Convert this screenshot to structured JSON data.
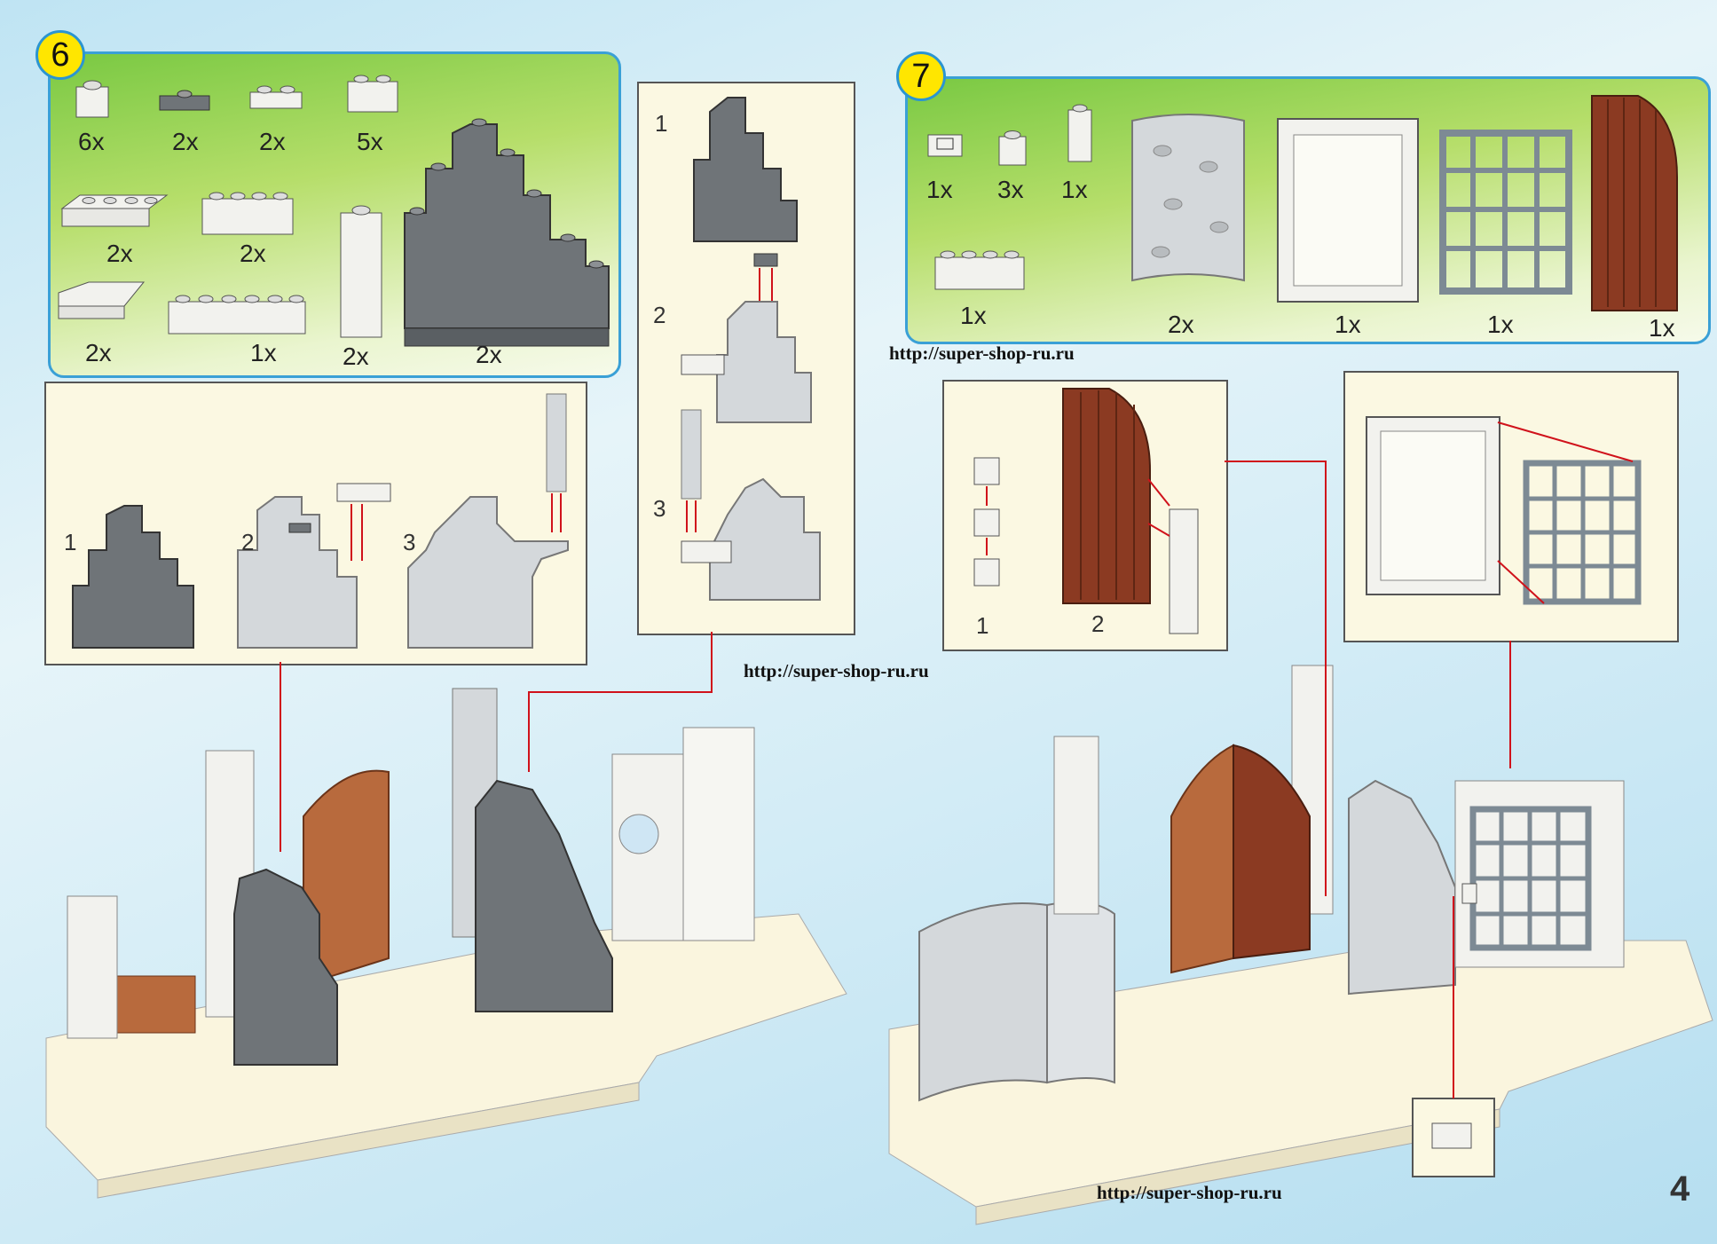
{
  "step6": {
    "number": "6",
    "quantities": [
      "6x",
      "2x",
      "2x",
      "5x",
      "2x",
      "2x",
      "2x",
      "1x",
      "2x",
      "2x"
    ]
  },
  "step6_inset": {
    "labels": [
      "1",
      "2",
      "3"
    ]
  },
  "step6_side": {
    "labels": [
      "1",
      "2",
      "3"
    ]
  },
  "step7": {
    "number": "7",
    "quantities": [
      "1x",
      "3x",
      "1x",
      "1x",
      "2x",
      "1x",
      "1x",
      "1x"
    ]
  },
  "step7_door_inset": {
    "labels": [
      "1",
      "2"
    ]
  },
  "watermark": {
    "url_1": "http://super-shop-ru.ru",
    "url_2": "http://super-shop-ru.ru",
    "url_3": "http://super-shop-ru.ru"
  },
  "page": {
    "number": "4"
  },
  "colors": {
    "panel_border": "#3aa0d6",
    "panel_green": "#7ac943",
    "badge_yellow": "#ffe600",
    "brick_dark_grey": "#6f7478",
    "brick_light_grey": "#d4d8db",
    "brick_white": "#f2f2ee",
    "door_brown": "#8b3a22",
    "door_light_brown": "#b86a3d",
    "arrow_red": "#d0121b"
  }
}
